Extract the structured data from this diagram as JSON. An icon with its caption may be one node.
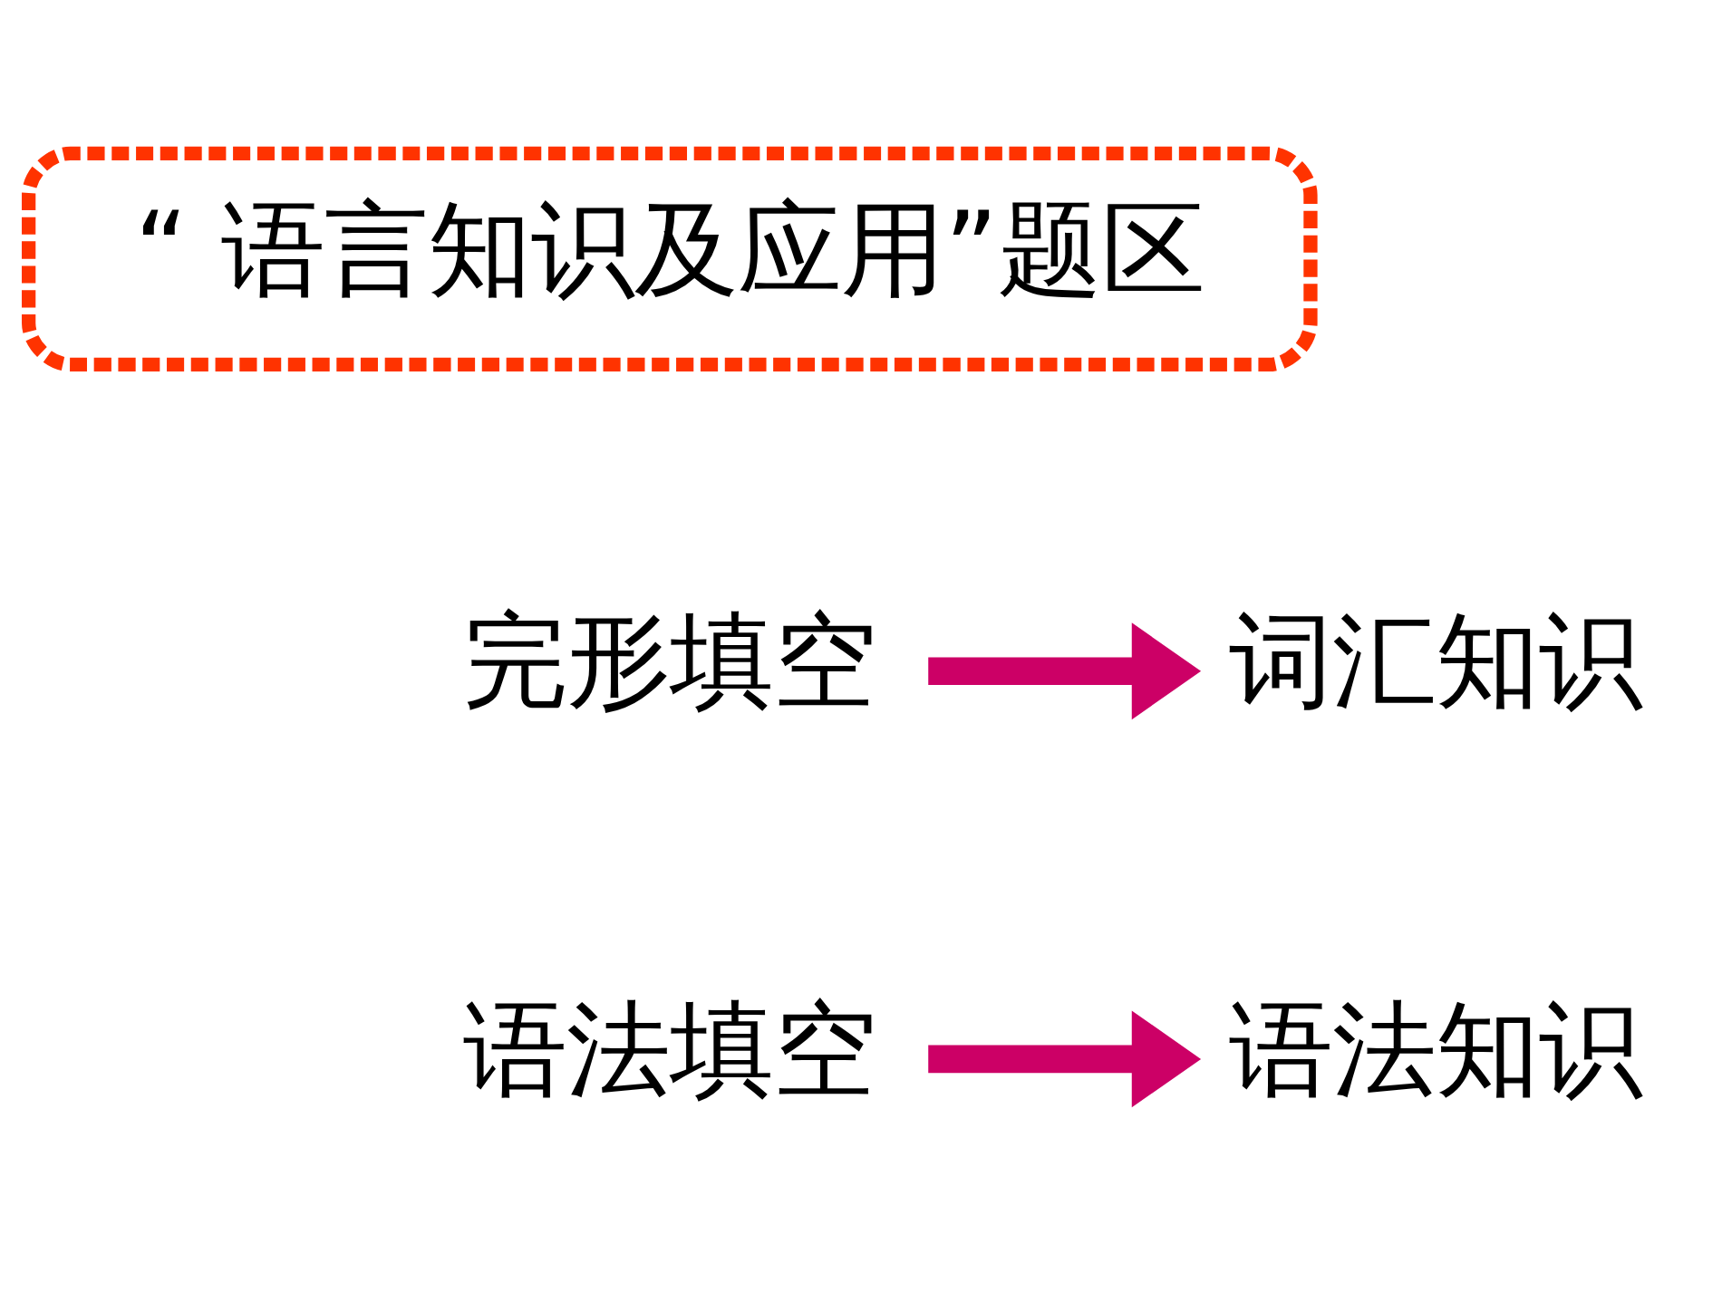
{
  "diagram": {
    "nodes": [
      {
        "text": [
          "“ 语言知识及应用”题区"
        ]
      },
      {
        "text": [
          "完形填空"
        ]
      },
      {
        "text": [
          "词汇知识"
        ]
      },
      {
        "text": [
          "语法填空"
        ]
      },
      {
        "text": [
          "语法知识"
        ]
      }
    ],
    "edges": [
      {
        "from": 1,
        "to": 2,
        "arrow": "to"
      },
      {
        "from": 3,
        "to": 4,
        "arrow": "to"
      }
    ]
  }
}
